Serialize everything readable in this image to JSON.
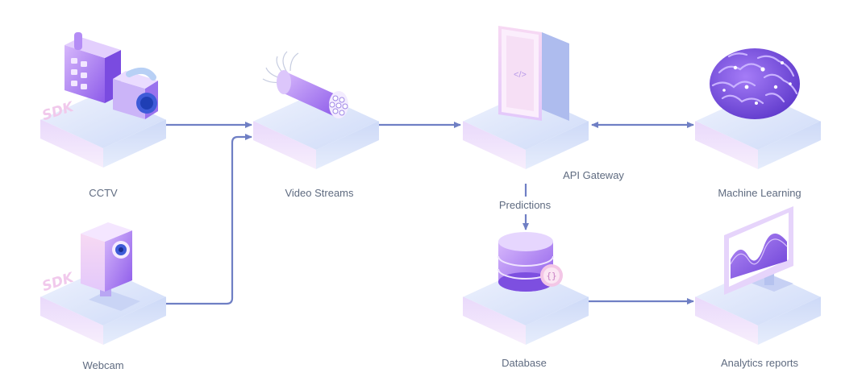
{
  "nodes": {
    "cctv": {
      "label": "CCTV",
      "badge": "SDK"
    },
    "webcam": {
      "label": "Webcam",
      "badge": "SDK"
    },
    "video_streams": {
      "label": "Video Streams"
    },
    "api_gateway": {
      "label": "API Gateway",
      "code_glyph": "</>"
    },
    "machine_learning": {
      "label": "Machine Learning"
    },
    "database": {
      "label": "Database",
      "badge_glyph": "{}"
    },
    "analytics_reports": {
      "label": "Analytics reports"
    }
  },
  "edges": {
    "predictions_label": "Predictions"
  },
  "colors": {
    "arrow": "#6f7fc4",
    "label": "#5f6b80",
    "accent": "#8a5cf0",
    "platform_top": "#dde7fb"
  }
}
